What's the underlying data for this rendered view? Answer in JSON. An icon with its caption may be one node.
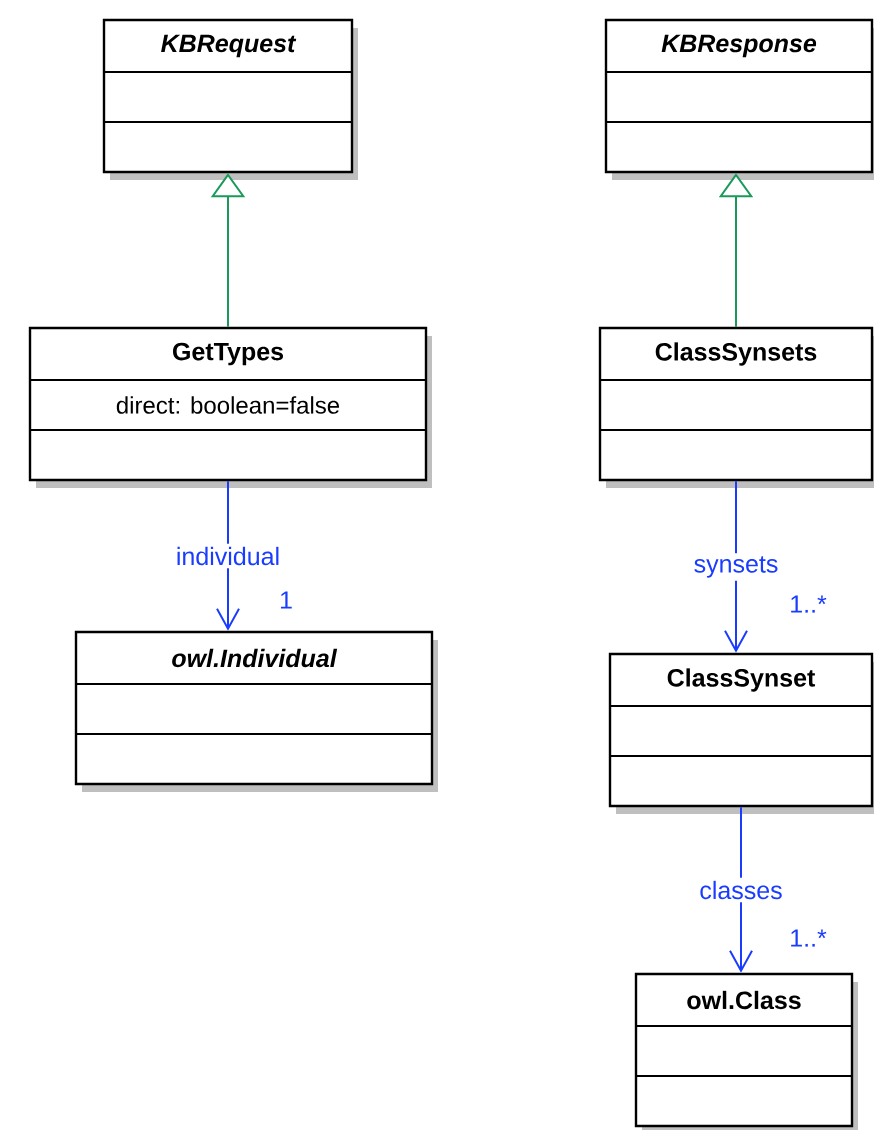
{
  "diagram": {
    "nodes": [
      {
        "text": [
          "KBRequest"
        ]
      },
      {
        "text": [
          "KBResponse"
        ]
      },
      {
        "text": [
          "GetTypes",
          "direct: boolean=false"
        ]
      },
      {
        "text": [
          "ClassSynsets"
        ]
      },
      {
        "text": [
          "owl.Individual"
        ]
      },
      {
        "text": [
          "ClassSynset"
        ]
      },
      {
        "text": [
          "owl.Class"
        ]
      }
    ],
    "edges": [
      {
        "from": 2,
        "to": 0,
        "arrow": "to",
        "color": "#1a9a5a"
      },
      {
        "from": 3,
        "to": 1,
        "arrow": "to",
        "color": "#1a9a5a"
      },
      {
        "from": 2,
        "to": 4,
        "arrow": "to",
        "label": "individual",
        "color": "#1a3cff"
      },
      {
        "from": 3,
        "to": 5,
        "arrow": "to",
        "label": "synsets",
        "color": "#1a3cff"
      },
      {
        "from": 5,
        "to": 6,
        "arrow": "to",
        "label": "classes",
        "color": "#1a3cff"
      }
    ],
    "labels": [
      "1",
      "1..*",
      "1..*"
    ]
  }
}
